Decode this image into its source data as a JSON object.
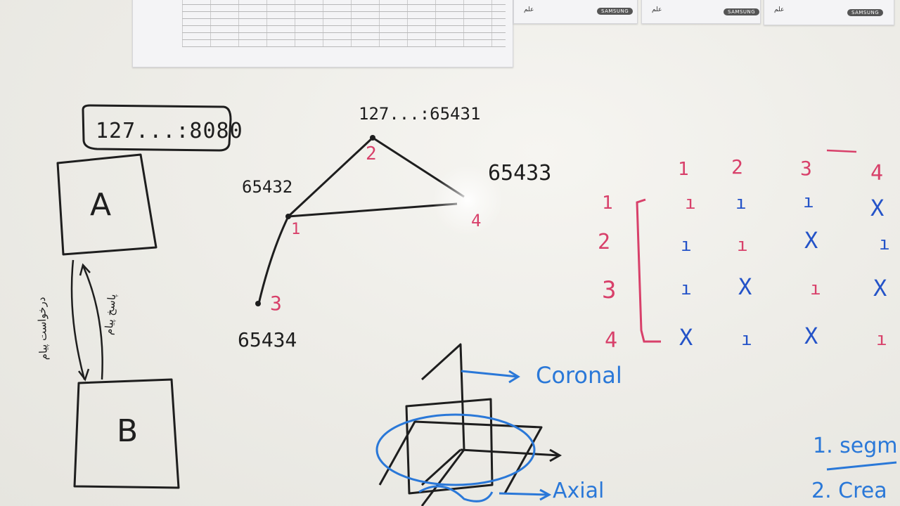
{
  "pinned_papers": {
    "schedule_sheet": {
      "brand_mark": ""
    },
    "sheet_2": {
      "brand": "SAMSUNG"
    },
    "sheet_3": {
      "brand": "SAMSUNG"
    },
    "sheet_4": {
      "brand": "SAMSUNG"
    }
  },
  "network_diagram": {
    "server_label": "127...:8080",
    "box_a": "A",
    "box_b": "B",
    "arrow_send_label": "درخواست پیام",
    "arrow_return_label": "پاسخ پیام",
    "top_address": "127...:65431",
    "nodes": [
      {
        "id": "1",
        "port": "65432"
      },
      {
        "id": "2",
        "port": ""
      },
      {
        "id": "3",
        "port": "65434"
      },
      {
        "id": "4",
        "port": "65433"
      }
    ]
  },
  "matrix": {
    "col_headers": [
      "1",
      "2",
      "3",
      "4"
    ],
    "row_headers": [
      "1",
      "2",
      "3",
      "4"
    ],
    "rows": [
      [
        "ı",
        "ı",
        "ı",
        "X"
      ],
      [
        "ı",
        "ı",
        "X",
        "ı"
      ],
      [
        "ı",
        "X",
        "ı",
        "X"
      ],
      [
        "X",
        "ı",
        "X",
        "ı"
      ]
    ],
    "diagonal_color": "#d8406a",
    "cell_color": "#2453c8"
  },
  "planes_diagram": {
    "coronal_label": "Coronal",
    "axial_label": "Axial"
  },
  "notes_list": {
    "item_1": "1. segm",
    "item_2": "2. Crea"
  },
  "colors": {
    "black_marker": "#1e1e1e",
    "pink_marker": "#d8406a",
    "blue_marker": "#2453c8",
    "light_blue_marker": "#2a78d8"
  }
}
